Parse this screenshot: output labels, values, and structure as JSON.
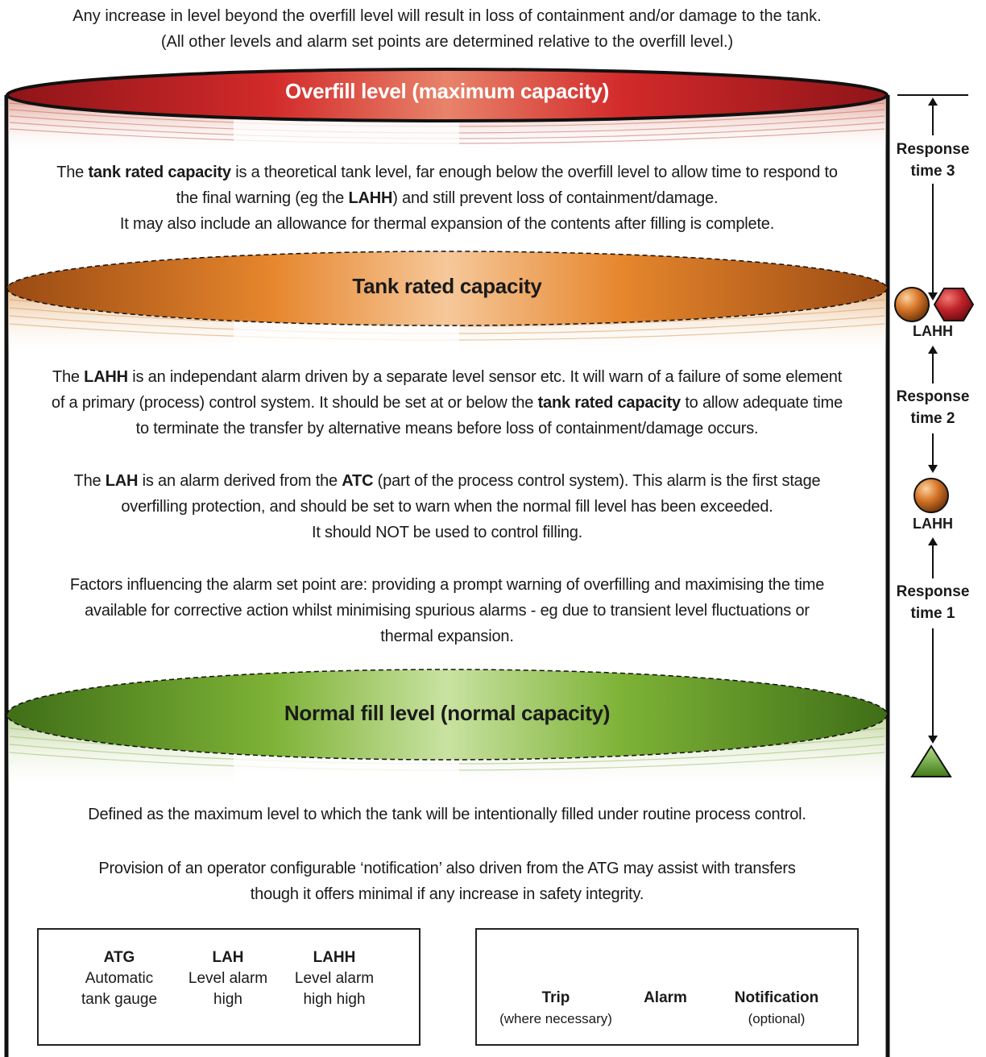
{
  "header": {
    "line1": "Any increase in level beyond the overfill level will result in loss of containment and/or damage to the tank.",
    "line2": "(All other levels and alarm set points are determined relative to the overfill level.)"
  },
  "levels": {
    "overfill": "Overfill level (maximum capacity)",
    "rated": "Tank rated capacity",
    "normal": "Normal fill level (normal capacity)"
  },
  "colors": {
    "overfill": "#c8262b",
    "rated": "#e0832e",
    "normal": "#6fa82e",
    "trip": "#c0232a",
    "alarm": "#d8782a",
    "notification": "#5a9e2c"
  },
  "paragraphs": {
    "rated_desc": {
      "l1a": "The ",
      "l1b": "tank rated capacity",
      "l1c": " is a theoretical tank level, far enough below the overfill level to allow time to respond to",
      "l2a": "the final warning (eg the ",
      "l2b": "LAHH",
      "l2c": ") and still prevent loss of containment/damage.",
      "l3": "It may also include an allowance for thermal expansion of the contents after filling is complete."
    },
    "lahh_desc": {
      "l1a": "The ",
      "l1b": "LAHH",
      "l1c": " is an independant alarm driven by a separate level sensor etc. It will warn of a failure of some element",
      "l2a": "of a primary (process) control system. It should be set at or below the ",
      "l2b": "tank rated capacity",
      "l2c": " to allow adequate time",
      "l3": "to terminate the transfer by alternative means before loss of containment/damage occurs."
    },
    "lah_desc": {
      "l1a": "The ",
      "l1b": "LAH",
      "l1c": " is an alarm derived from the ",
      "l1d": "ATC",
      "l1e": " (part of the process control system). This alarm is the first stage",
      "l2": "overfilling protection, and should be set to warn when the normal fill level has been exceeded.",
      "l3": "It should NOT be used to control filling."
    },
    "factors": {
      "l1": "Factors influencing the alarm set point are: providing a prompt warning of overfilling and maximising the time",
      "l2": "available for corrective action whilst minimising spurious alarms - eg due to transient level fluctuations or",
      "l3": "thermal expansion."
    },
    "normal_desc": {
      "l1": "Defined as the maximum level to which the tank will be intentionally filled under routine process control."
    },
    "notification_desc": {
      "l1": "Provision of an operator configurable ‘notification’ also driven from the ATG may assist with transfers",
      "l2": "though it offers minimal if any increase in safety integrity."
    }
  },
  "side": {
    "response3_l1": "Response",
    "response3_l2": "time 3",
    "response2_l1": "Response",
    "response2_l2": "time 2",
    "response1_l1": "Response",
    "response1_l2": "time 1",
    "lahh_upper": "LAHH",
    "lahh_lower": "LAHH"
  },
  "legend_abbr": [
    {
      "abbr": "ATG",
      "l1": "Automatic",
      "l2": "tank gauge"
    },
    {
      "abbr": "LAH",
      "l1": "Level alarm",
      "l2": "high"
    },
    {
      "abbr": "LAHH",
      "l1": "Level alarm",
      "l2": "high high"
    }
  ],
  "legend_keys": [
    {
      "name": "Trip",
      "note": "(where necessary)",
      "icon": "hexagon-icon"
    },
    {
      "name": "Alarm",
      "note": "",
      "icon": "circle-icon"
    },
    {
      "name": "Notification",
      "note": "(optional)",
      "icon": "triangle-icon"
    }
  ]
}
